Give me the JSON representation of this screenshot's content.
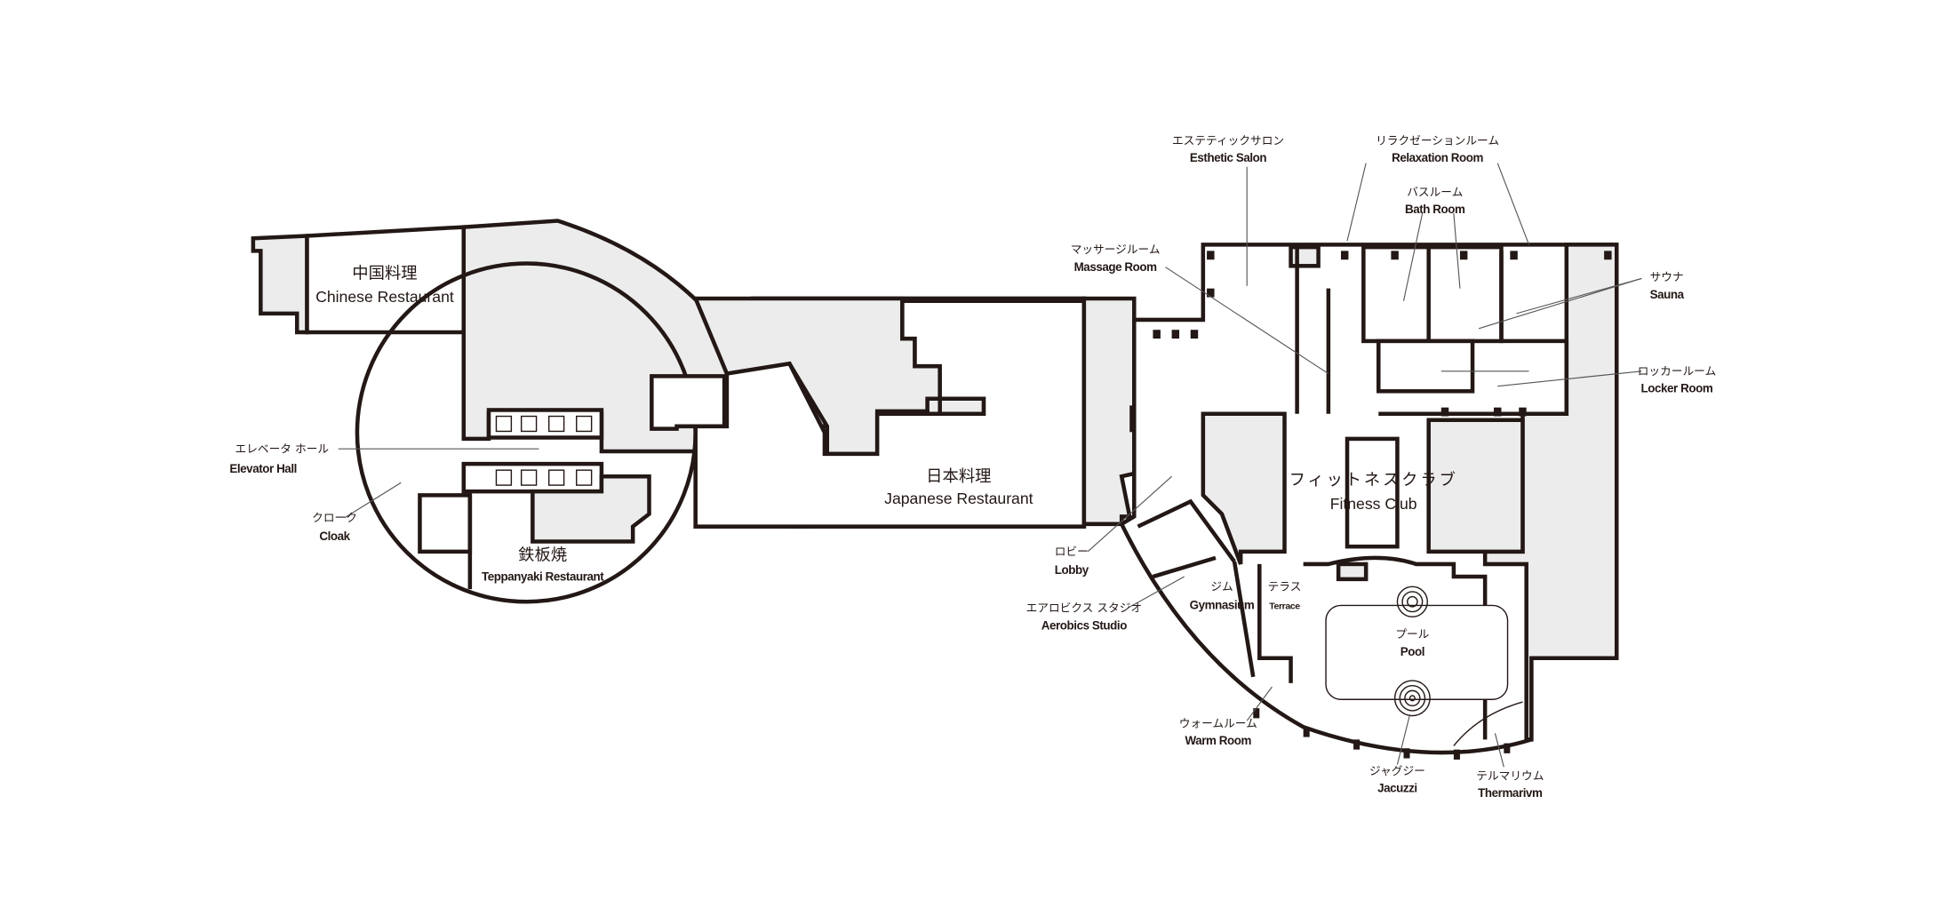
{
  "floor_plan": {
    "colors": {
      "wall": "#231815",
      "room_fill": "#ececec",
      "background": "#ffffff"
    },
    "rooms": {
      "chinese": {
        "jp": "中国料理",
        "en": "Chinese Restaurant"
      },
      "elevator_hall": {
        "jp": "エレベータ ホール",
        "en": "Elevator Hall"
      },
      "cloak": {
        "jp": "クローク",
        "en": "Cloak"
      },
      "teppanyaki": {
        "jp": "鉄板焼",
        "en": "Teppanyaki Restaurant"
      },
      "japanese": {
        "jp": "日本料理",
        "en": "Japanese Restaurant"
      },
      "esthetic": {
        "jp": "エステティックサロン",
        "en": "Esthetic Salon"
      },
      "relaxation": {
        "jp": "リラクゼーションルーム",
        "en": "Relaxation Room"
      },
      "bath": {
        "jp": "バスルーム",
        "en": "Bath Room"
      },
      "massage": {
        "jp": "マッサージルーム",
        "en": "Massage Room"
      },
      "sauna": {
        "jp": "サウナ",
        "en": "Sauna"
      },
      "locker": {
        "jp": "ロッカールーム",
        "en": "Locker Room"
      },
      "fitness": {
        "jp": "フィットネスクラブ",
        "en": "Fitness Club"
      },
      "lobby": {
        "jp": "ロビー",
        "en": "Lobby"
      },
      "gym": {
        "jp": "ジム",
        "en": "Gymnasium"
      },
      "terrace": {
        "jp": "テラス",
        "en": "Terrace"
      },
      "aerobics": {
        "jp": "エアロビクス スタジオ",
        "en": "Aerobics Studio"
      },
      "pool": {
        "jp": "プール",
        "en": "Pool"
      },
      "warm": {
        "jp": "ウォームルーム",
        "en": "Warm Room"
      },
      "jacuzzi": {
        "jp": "ジャグジー",
        "en": "Jacuzzi"
      },
      "thermarium": {
        "jp": "テルマリウム",
        "en": "Thermarivm"
      }
    }
  }
}
